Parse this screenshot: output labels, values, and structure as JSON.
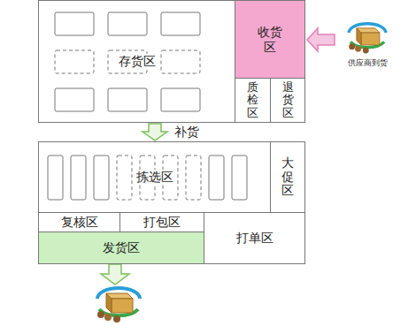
{
  "diagram": {
    "nodes": [
      {
        "text": [
          "存货区"
        ]
      },
      {
        "text": [
          "收货区"
        ]
      },
      {
        "text": [
          "供应商到货"
        ]
      },
      {
        "text": [
          "质检区"
        ]
      },
      {
        "text": [
          "退货区"
        ]
      },
      {
        "text": [
          "拣选区"
        ]
      },
      {
        "text": [
          "大促区"
        ]
      },
      {
        "text": [
          "复核区"
        ]
      },
      {
        "text": [
          "打包区"
        ]
      },
      {
        "text": [
          "打单区"
        ]
      },
      {
        "text": [
          "发货区"
        ]
      }
    ],
    "edges": [
      {
        "from": 2,
        "to": 1,
        "arrow": "to"
      },
      {
        "from": 0,
        "to": 5,
        "label": "补货",
        "arrow": "to"
      }
    ]
  }
}
